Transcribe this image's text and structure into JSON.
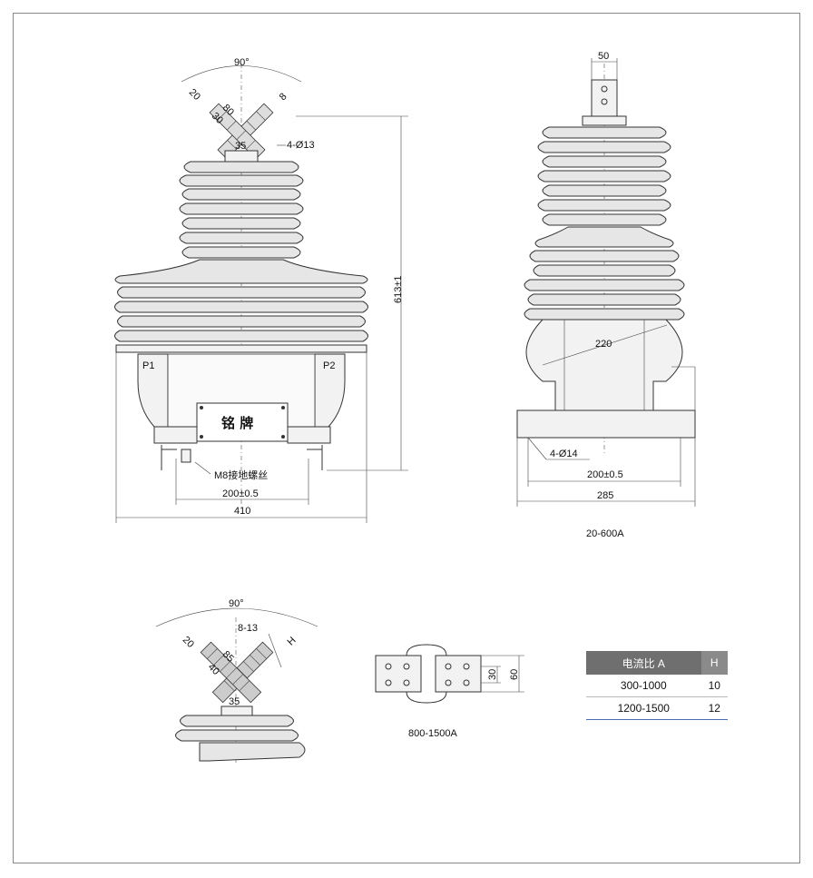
{
  "front_view": {
    "angle_label": "90°",
    "dim_20": "20",
    "dim_80": "80",
    "dim_30": "30",
    "dim_8": "8",
    "dim_35": "35",
    "holes_label": "4-Ø13",
    "height_label": "613±1",
    "p1_label": "P1",
    "p2_label": "P2",
    "nameplate": "铭  牌",
    "ground_label": "M8接地螺丝",
    "base_dim": "200±0.5",
    "width_dim": "410"
  },
  "side_view": {
    "top_dim": "50",
    "dia_dim": "220",
    "holes_label": "4-Ø14",
    "base_dim": "200±0.5",
    "width_dim": "285",
    "caption": "20-600A"
  },
  "detail_view": {
    "angle_label": "90°",
    "holes_label": "8-13",
    "h_label": "H",
    "dim_20": "20",
    "dim_85": "85",
    "dim_40": "40",
    "dim_35": "35"
  },
  "terminal_view": {
    "dim_30": "30",
    "dim_60": "60",
    "caption": "800-1500A"
  },
  "table": {
    "headers": [
      "电流比 A",
      "H"
    ],
    "rows": [
      {
        "ratio": "300-1000",
        "h": "10"
      },
      {
        "ratio": "1200-1500",
        "h": "12"
      }
    ]
  }
}
